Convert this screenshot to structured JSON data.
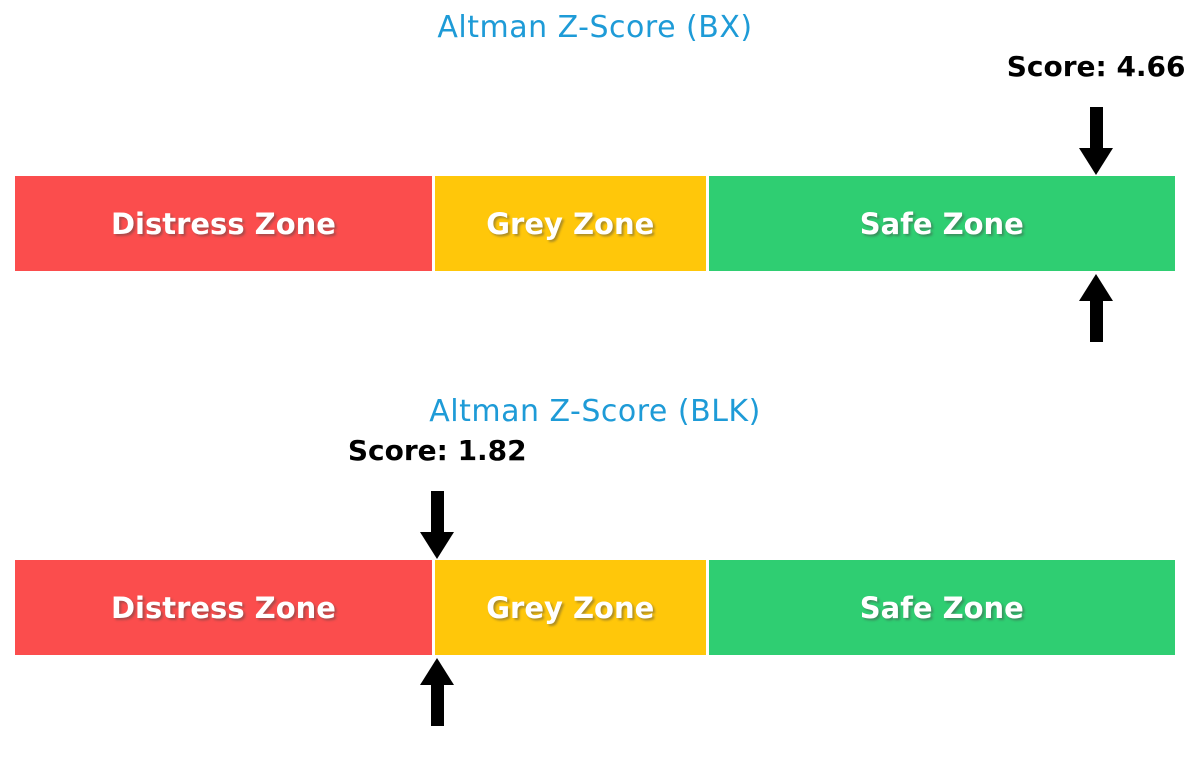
{
  "figure": {
    "background": "#ffffff"
  },
  "colors": {
    "title_blue": "#1E9BD7",
    "distress_red": "#FB4D4D",
    "grey_yellow": "#FFC70A",
    "safe_green": "#2FCE72",
    "arrow_black": "#000000",
    "zone_label_white": "#ffffff"
  },
  "chart_data": [
    {
      "type": "bar",
      "title": "Altman Z-Score (BX)",
      "score": 4.66,
      "score_label": "Score: 4.66",
      "axis_range": [
        0,
        5
      ],
      "grid": false,
      "legend": "none",
      "zones": [
        {
          "label": "Distress Zone",
          "from": 0,
          "to": 1.81,
          "color": "#FB4D4D"
        },
        {
          "label": "Grey Zone",
          "from": 1.81,
          "to": 2.99,
          "color": "#FFC70A"
        },
        {
          "label": "Safe Zone",
          "from": 2.99,
          "to": 5,
          "color": "#2FCE72"
        }
      ],
      "annotations": [
        {
          "text": "Score: 4.66",
          "x": 4.66,
          "marker": "double-arrow"
        }
      ]
    },
    {
      "type": "bar",
      "title": "Altman Z-Score (BLK)",
      "score": 1.82,
      "score_label": "Score: 1.82",
      "axis_range": [
        0,
        5
      ],
      "grid": false,
      "legend": "none",
      "zones": [
        {
          "label": "Distress Zone",
          "from": 0,
          "to": 1.81,
          "color": "#FB4D4D"
        },
        {
          "label": "Grey Zone",
          "from": 1.81,
          "to": 2.99,
          "color": "#FFC70A"
        },
        {
          "label": "Safe Zone",
          "from": 2.99,
          "to": 5,
          "color": "#2FCE72"
        }
      ],
      "annotations": [
        {
          "text": "Score: 1.82",
          "x": 1.82,
          "marker": "double-arrow"
        }
      ]
    }
  ]
}
